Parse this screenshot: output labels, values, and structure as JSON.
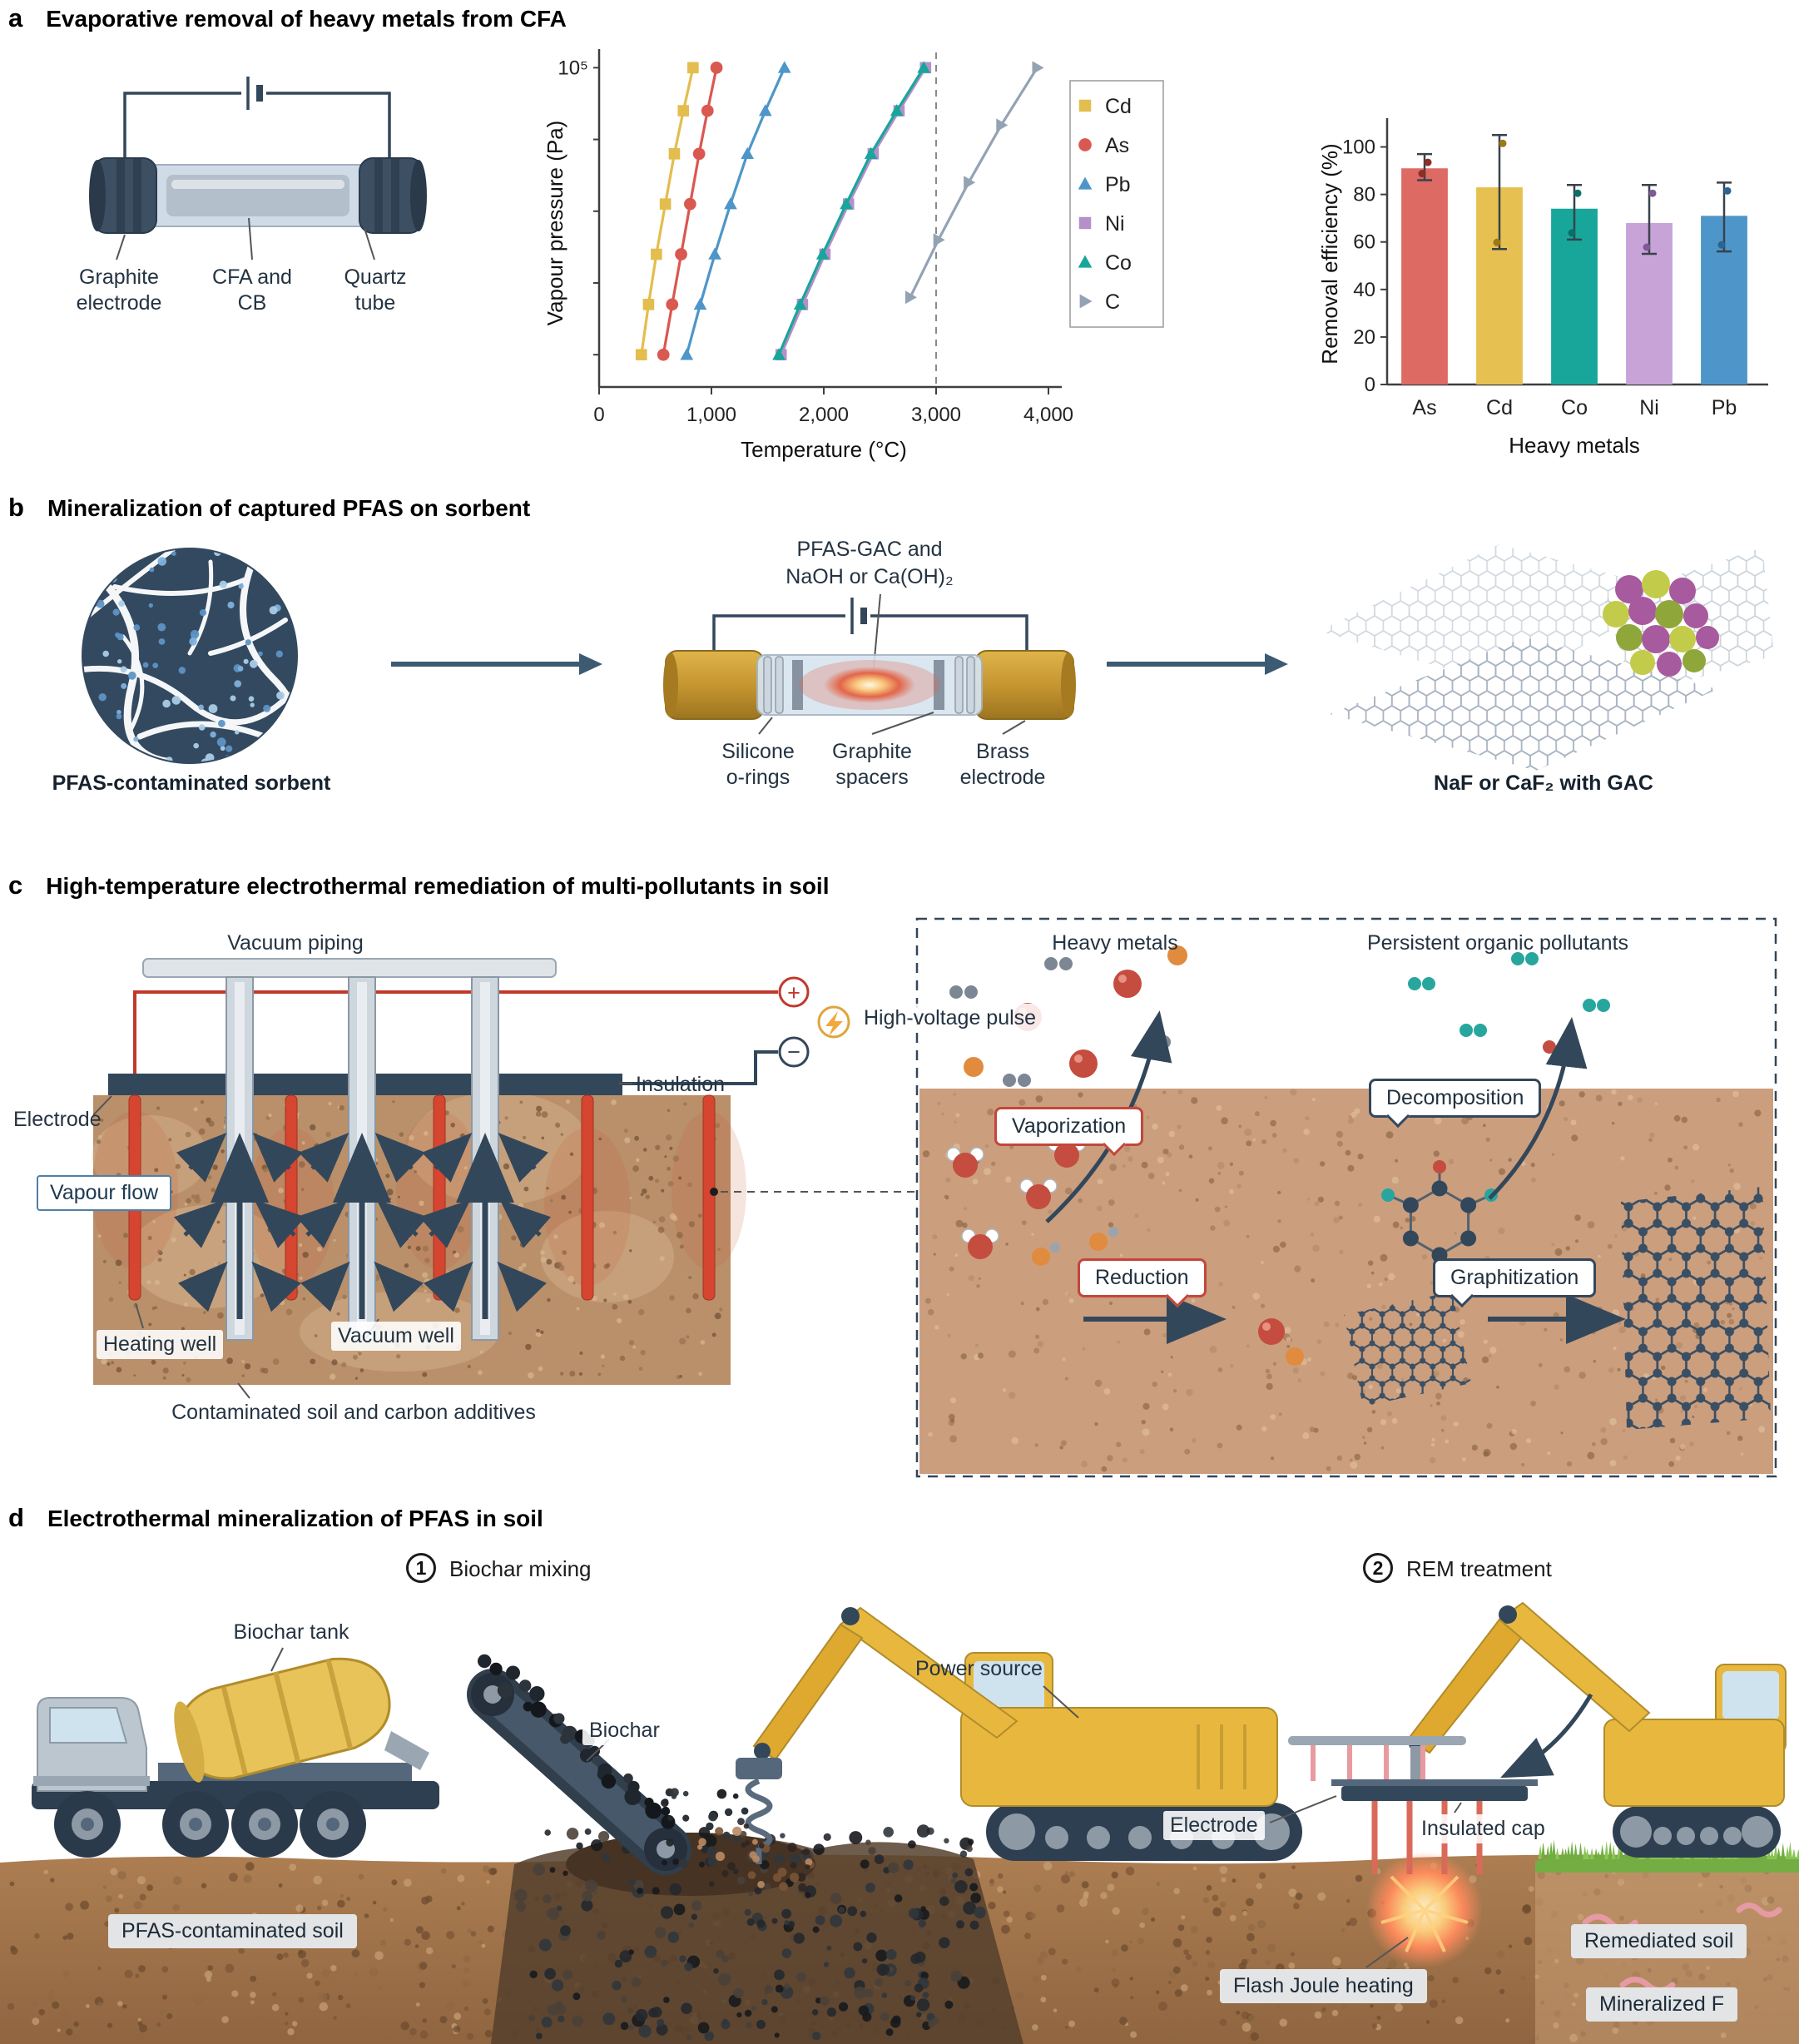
{
  "panels": {
    "a": {
      "letter": "a",
      "title": "Evaporative removal of heavy metals from CFA",
      "apparatus": {
        "graphite_electrode": "Graphite electrode",
        "cfa_cb": "CFA and CB",
        "quartz_tube": "Quartz tube"
      }
    },
    "b": {
      "letter": "b",
      "title": "Mineralization of captured PFAS on sorbent",
      "sorbent_label": "PFAS-contaminated sorbent",
      "reactor_feed_line1": "PFAS-GAC and",
      "reactor_feed_line2": "NaOH or Ca(OH)₂",
      "silicone": "Silicone o-rings",
      "spacers": "Graphite spacers",
      "brass": "Brass electrode",
      "product_label": "NaF or CaF₂ with GAC"
    },
    "c": {
      "letter": "c",
      "title": "High-temperature electrothermal remediation of multi-pollutants in soil",
      "vacuum_piping": "Vacuum piping",
      "hv_pulse": "High-voltage pulse",
      "plus": "+",
      "minus": "−",
      "insulation": "Insulation",
      "electrode": "Electrode",
      "vapour_flow": "Vapour flow",
      "heating_well": "Heating well",
      "vacuum_well": "Vacuum well",
      "soil_caption": "Contaminated soil and carbon additives",
      "heavy_metals": "Heavy metals",
      "pops": "Persistent organic pollutants",
      "vaporization": "Vaporization",
      "decomposition": "Decomposition",
      "reduction": "Reduction",
      "graphitization": "Graphitization"
    },
    "d": {
      "letter": "d",
      "title": "Electrothermal mineralization of PFAS in soil",
      "step1_num": "1",
      "step1": "Biochar mixing",
      "step2_num": "2",
      "step2": "REM treatment",
      "biochar_tank": "Biochar tank",
      "biochar": "Biochar",
      "power_source": "Power source",
      "electrode": "Electrode",
      "insulated_cap": "Insulated cap",
      "pfas_soil": "PFAS-contaminated soil",
      "flash": "Flash Joule heating",
      "remediated": "Remediated soil",
      "mineralized": "Mineralized F"
    }
  },
  "chart_data": [
    {
      "type": "line",
      "xlabel": "Temperature (°C)",
      "ylabel": "Vapour pressure (Pa)",
      "xlim": [
        0,
        4000
      ],
      "xticks": [
        0,
        1000,
        2000,
        3000,
        4000
      ],
      "xtick_labels": [
        "0",
        "1,000",
        "2,000",
        "3,000",
        "4,000"
      ],
      "y_scale": "log",
      "y_top_label": "10⁵",
      "y_exp_range": [
        0.55,
        5.12
      ],
      "dashed_vline_x": 3000,
      "legend_position": "right",
      "grid": false,
      "series": [
        {
          "name": "Cd",
          "color": "#e3bd4d",
          "marker": "square",
          "points": [
            [
              376,
              1.0
            ],
            [
              440,
              1.7
            ],
            [
              510,
              2.4
            ],
            [
              590,
              3.1
            ],
            [
              670,
              3.8
            ],
            [
              750,
              4.4
            ],
            [
              836,
              5.0
            ]
          ]
        },
        {
          "name": "As",
          "color": "#d95850",
          "marker": "circle",
          "points": [
            [
              572,
              1.0
            ],
            [
              650,
              1.7
            ],
            [
              730,
              2.4
            ],
            [
              810,
              3.1
            ],
            [
              890,
              3.8
            ],
            [
              965,
              4.4
            ],
            [
              1045,
              5.0
            ]
          ]
        },
        {
          "name": "Pb",
          "color": "#4e96c9",
          "marker": "triangle",
          "points": [
            [
              780,
              1.0
            ],
            [
              900,
              1.7
            ],
            [
              1030,
              2.4
            ],
            [
              1170,
              3.1
            ],
            [
              1320,
              3.8
            ],
            [
              1480,
              4.4
            ],
            [
              1650,
              5.0
            ]
          ]
        },
        {
          "name": "Ni",
          "color": "#b58fc9",
          "marker": "square",
          "points": [
            [
              1620,
              1.0
            ],
            [
              1810,
              1.7
            ],
            [
              2010,
              2.4
            ],
            [
              2220,
              3.1
            ],
            [
              2440,
              3.8
            ],
            [
              2670,
              4.4
            ],
            [
              2906,
              5.0
            ]
          ]
        },
        {
          "name": "Co",
          "color": "#18a69a",
          "marker": "triangle",
          "points": [
            [
              1600,
              1.0
            ],
            [
              1790,
              1.7
            ],
            [
              1990,
              2.4
            ],
            [
              2200,
              3.1
            ],
            [
              2420,
              3.8
            ],
            [
              2650,
              4.4
            ],
            [
              2890,
              5.0
            ]
          ]
        },
        {
          "name": "C",
          "color": "#93a2b4",
          "marker": "triangle-right",
          "points": [
            [
              2770,
              1.8
            ],
            [
              3020,
              2.6
            ],
            [
              3290,
              3.4
            ],
            [
              3580,
              4.2
            ],
            [
              3900,
              5.0
            ]
          ]
        }
      ]
    },
    {
      "type": "bar",
      "categories": [
        "As",
        "Cd",
        "Co",
        "Ni",
        "Pb"
      ],
      "values": [
        91,
        83,
        74,
        68,
        71
      ],
      "error_low": [
        86,
        57,
        61,
        55,
        56
      ],
      "error_high": [
        97,
        105,
        84,
        84,
        85
      ],
      "colors": [
        "#dd6b63",
        "#e6c050",
        "#18a69a",
        "#c7a3d8",
        "#4e96c9"
      ],
      "point_colors": [
        "#8c2f27",
        "#9a7a16",
        "#0b6f66",
        "#7e5a96",
        "#2b6392"
      ],
      "xlabel": "Heavy metals",
      "ylabel": "Removal efficiency (%)",
      "ylim": [
        0,
        110
      ],
      "yticks": [
        0,
        20,
        40,
        60,
        80,
        100
      ],
      "grid": false
    }
  ]
}
